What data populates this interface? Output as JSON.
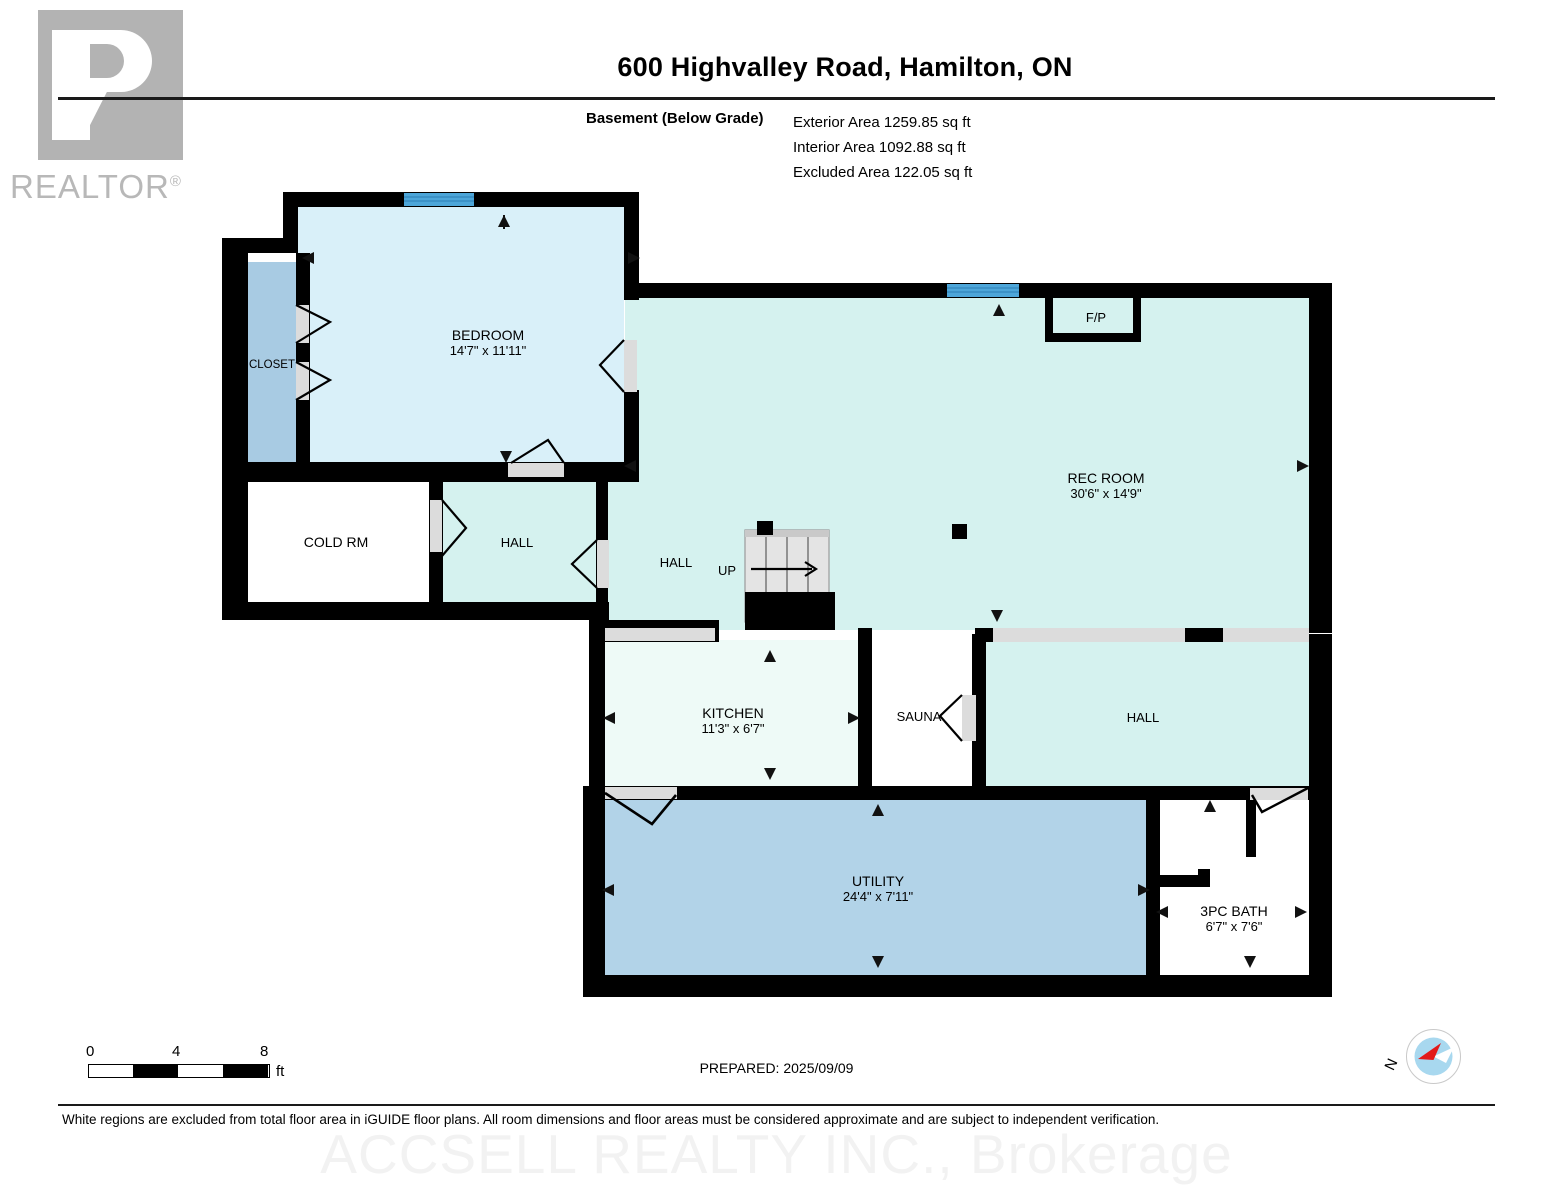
{
  "logo": {
    "word": "REALTOR",
    "registered": "®",
    "alt": "realtor-logo"
  },
  "header": {
    "title": "600 Highvalley Road, Hamilton, ON",
    "floor_label": "Basement (Below Grade)",
    "areas": [
      "Exterior Area 1259.85 sq ft",
      "Interior Area 1092.88 sq ft",
      "Excluded Area 122.05 sq ft"
    ]
  },
  "rooms": [
    {
      "name": "BEDROOM",
      "dims": "14'7\" x 11'11\"",
      "fill": "#d9f0f9"
    },
    {
      "name": "CLOSET",
      "dims": "",
      "fill": "#a8cbe3"
    },
    {
      "name": "COLD RM",
      "dims": "",
      "fill": "#ffffff"
    },
    {
      "name": "HALL",
      "dims": "",
      "fill": "#d5f2ef"
    },
    {
      "name": "HALL",
      "dims": "",
      "fill": "#d5f2ef"
    },
    {
      "name": "REC ROOM",
      "dims": "30'6\" x 14'9\"",
      "fill": "#d5f2ef"
    },
    {
      "name": "F/P",
      "dims": "",
      "fill": "#d5f2ef"
    },
    {
      "name": "UP",
      "dims": "",
      "fill": "#e2e2e2"
    },
    {
      "name": "KITCHEN",
      "dims": "11'3\" x 6'7\"",
      "fill": "#eefaf7"
    },
    {
      "name": "SAUNA",
      "dims": "",
      "fill": "#ffffff"
    },
    {
      "name": "HALL",
      "dims": "",
      "fill": "#d5f2ef"
    },
    {
      "name": "UTILITY",
      "dims": "24'4\" x 7'11\"",
      "fill": "#b2d3e8"
    },
    {
      "name": "3PC BATH",
      "dims": "6'7\" x 7'6\"",
      "fill": "#ffffff"
    }
  ],
  "labels": {
    "bedroom": "BEDROOM",
    "bedroom_dims": "14'7\" x 11'11\"",
    "closet": "CLOSET",
    "cold_rm": "COLD RM",
    "hall_1": "HALL",
    "hall_2": "HALL",
    "hall_3": "HALL",
    "rec_room": "REC ROOM",
    "rec_room_dims": "30'6\" x 14'9\"",
    "fireplace": "F/P",
    "stairs_up": "UP",
    "kitchen": "KITCHEN",
    "kitchen_dims": "11'3\" x 6'7\"",
    "sauna": "SAUNA",
    "utility": "UTILITY",
    "utility_dims": "24'4\" x 7'11\"",
    "bath": "3PC BATH",
    "bath_dims": "6'7\" x 7'6\""
  },
  "scale": {
    "ticks": [
      "0",
      "4",
      "8"
    ],
    "unit": "ft"
  },
  "compass": {
    "north_label": "N"
  },
  "footer": {
    "prepared": "PREPARED: 2025/09/09",
    "disclaimer": "White regions are excluded from total floor area in iGUIDE floor plans. All room dimensions and floor areas must be considered approximate and are subject to independent verification.",
    "watermark": "ACCSELL REALTY INC., Brokerage"
  },
  "colors": {
    "wall": "#000000",
    "window": "#4da6d9",
    "door_threshold": "#dcdcdc",
    "bedroom_fill": "#d9f0f9",
    "closet_fill": "#a8cbe3",
    "hall_fill": "#d5f2ef",
    "kitchen_fill": "#eefaf7",
    "utility_fill": "#b2d3e8",
    "excluded_fill": "#ffffff"
  }
}
